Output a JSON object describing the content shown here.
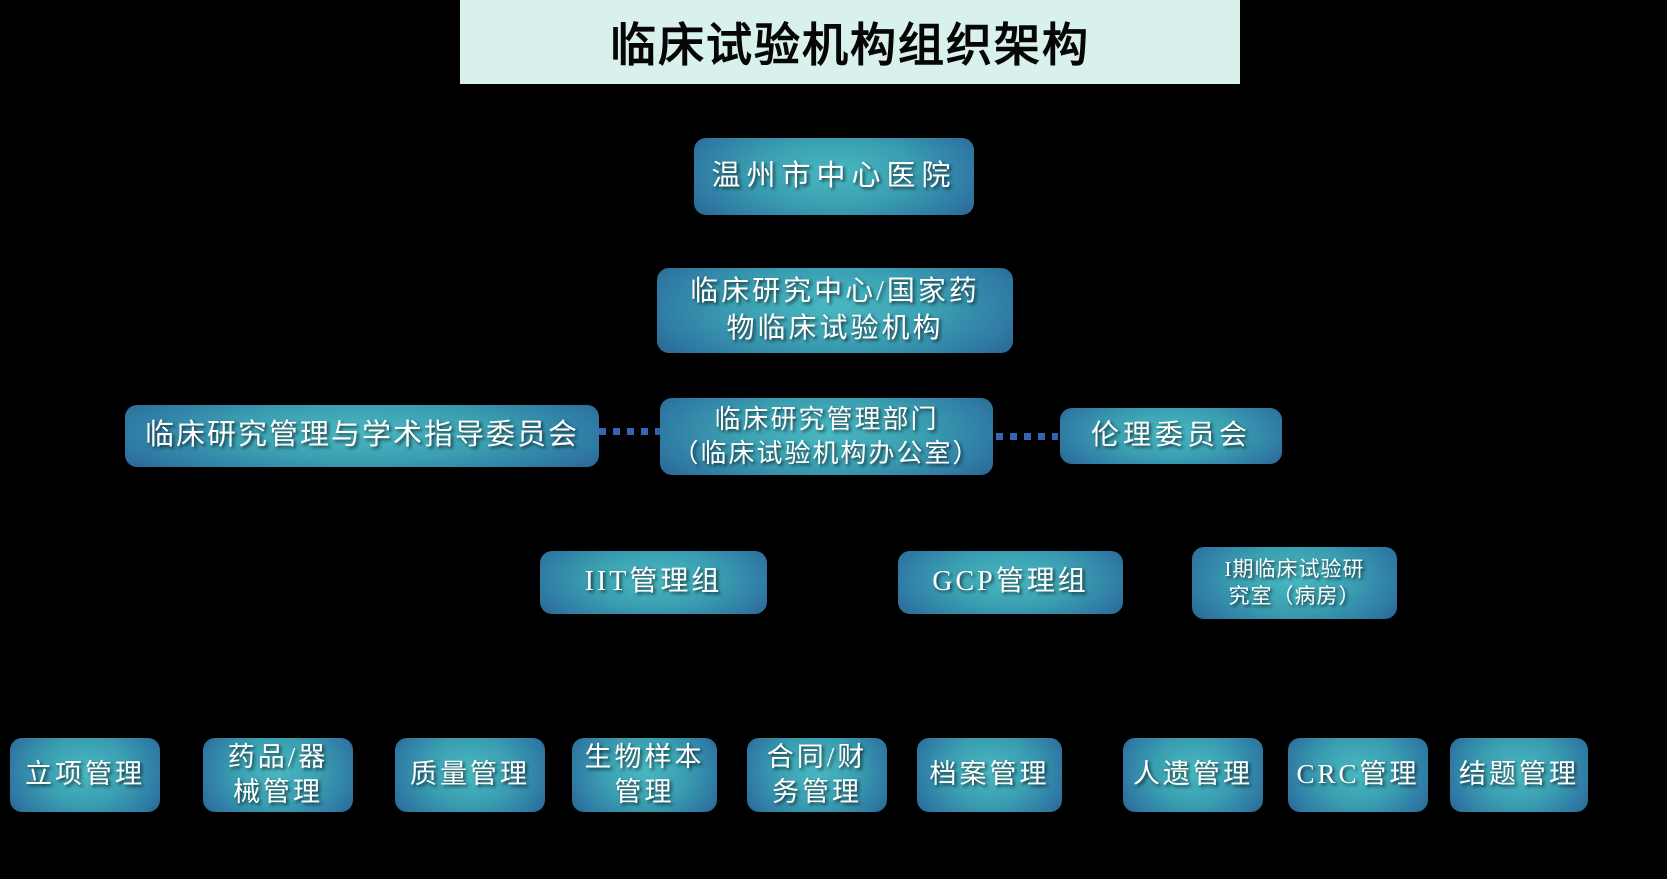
{
  "title": {
    "text": "临床试验机构组织架构"
  },
  "colors": {
    "background": "#000000",
    "title_background": "#d9f1ec",
    "title_text": "#000000",
    "box_teal_center": "#49b8c2",
    "box_blue_edge": "#27557f",
    "box_text": "#ffffff",
    "dotted_connector": "#3565b4"
  },
  "nodes": {
    "hospital": {
      "lines": [
        "温州市中心医院"
      ]
    },
    "center": {
      "lines": [
        "临床研究中心/国家药",
        "物临床试验机构"
      ]
    },
    "committee": {
      "lines": [
        "临床研究管理与学术指导委员会"
      ]
    },
    "dept": {
      "lines": [
        "临床研究管理部门",
        "（临床试验机构办公室）"
      ]
    },
    "ethics": {
      "lines": [
        "伦理委员会"
      ]
    },
    "iit": {
      "lines": [
        "IIT管理组"
      ]
    },
    "gcp": {
      "lines": [
        "GCP管理组"
      ]
    },
    "phase1": {
      "lines": [
        "I期临床试验研",
        "究室（病房）"
      ]
    },
    "departments": [
      {
        "lines": [
          "立项管理"
        ]
      },
      {
        "lines": [
          "药品/器",
          "械管理"
        ]
      },
      {
        "lines": [
          "质量管理"
        ]
      },
      {
        "lines": [
          "生物样本",
          "管理"
        ]
      },
      {
        "lines": [
          "合同/财",
          "务管理"
        ]
      },
      {
        "lines": [
          "档案管理"
        ]
      },
      {
        "lines": [
          "人遗管理"
        ]
      },
      {
        "lines": [
          "CRC管理"
        ]
      },
      {
        "lines": [
          "结题管理"
        ]
      }
    ]
  }
}
